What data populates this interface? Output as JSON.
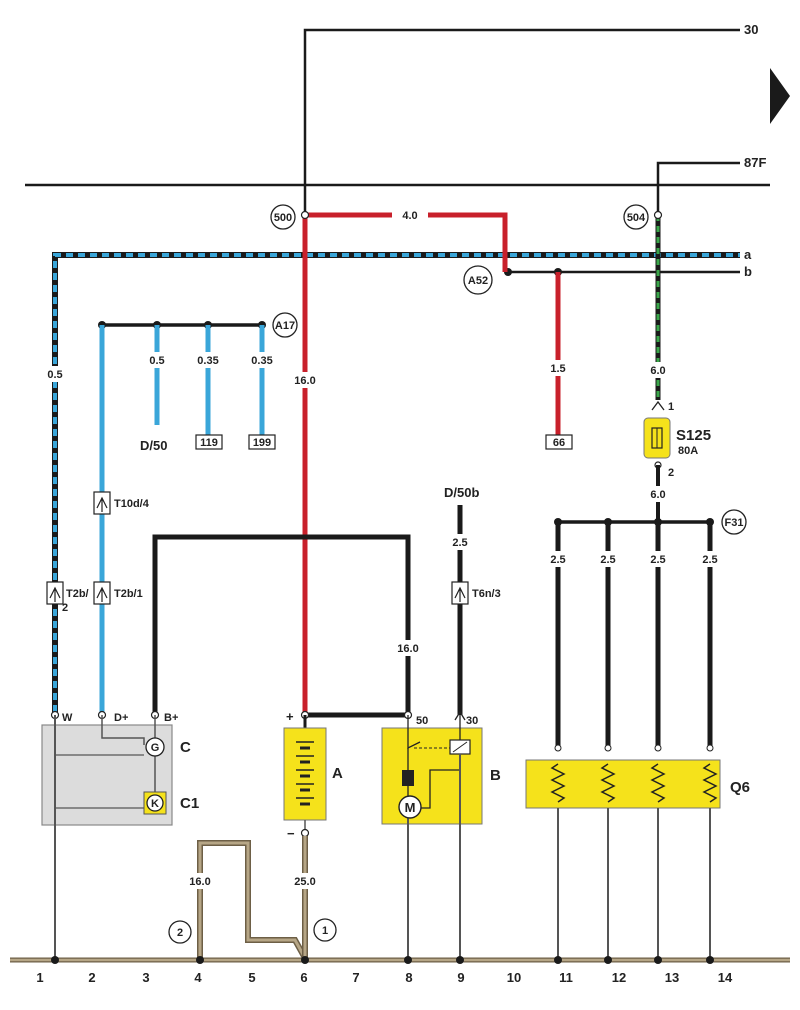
{
  "rails": {
    "r30": "30",
    "r87f": "87F",
    "ra": "a",
    "rb": "b"
  },
  "nodes": {
    "n500": "500",
    "n504": "504",
    "a52": "A52",
    "a17": "A17",
    "f31": "F31",
    "g1": "1",
    "g2": "2"
  },
  "gauges": {
    "g_500_right": "4.0",
    "g_left": "0.5",
    "g_d50": "0.5",
    "g_119": "0.35",
    "g_199": "0.35",
    "g_main": "16.0",
    "g_starter": "16.0",
    "g_66": "1.5",
    "g_s125_top": "6.0",
    "g_s125_bot": "6.0",
    "g_d50b": "2.5",
    "g_f31_1": "2.5",
    "g_f31_2": "2.5",
    "g_f31_3": "2.5",
    "g_f31_4": "2.5",
    "g_ground_2": "16.0",
    "g_ground_1": "25.0"
  },
  "terminals": {
    "d50": "D/50",
    "t119": "119",
    "t199": "199",
    "t66": "66",
    "d50b": "D/50b",
    "t10d4": "T10d/4",
    "t2b": "T2b/",
    "t2b2": "2",
    "t2b1": "T2b/1",
    "t6n3": "T6n/3",
    "w": "W",
    "dplus": "D+",
    "bplus": "B+",
    "plus": "+",
    "minus": "−",
    "t50": "50",
    "t30": "30",
    "s125_pin1": "1",
    "s125_pin2": "2"
  },
  "components": {
    "alt_label": "C",
    "reg_label": "C1",
    "bat_label": "A",
    "starter_label": "B",
    "q6_label": "Q6",
    "s125_label": "S125",
    "s125_rating": "80A",
    "alt_symbol": "G",
    "reg_symbol": "K",
    "motor_symbol": "M"
  },
  "bottom_numbers": [
    "1",
    "2",
    "3",
    "4",
    "5",
    "6",
    "7",
    "8",
    "9",
    "10",
    "11",
    "12",
    "13",
    "14"
  ],
  "colors": {
    "black": "#1a1a1a",
    "red": "#c8202b",
    "blue": "#3aa6d9",
    "green": "#3aa64a",
    "ground": "#9b8a6b",
    "yellow": "#f5e21b",
    "gray": "#dcdcdc"
  }
}
